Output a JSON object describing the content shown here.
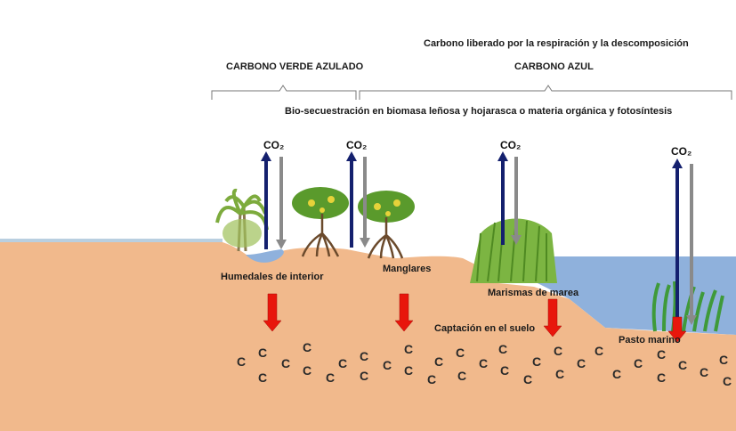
{
  "header": {
    "released": "Carbono liberado por la respiración y la descomposición",
    "green_blue": "CARBONO VERDE AZULADO",
    "blue": "CARBONO AZUL",
    "bio": "Bio-secuestración en biomasa leñosa y hojarasca o materia orgánica y fotosíntesis"
  },
  "co2_label": "CO₂",
  "ecosystems": {
    "inland": "Humedales de interior",
    "mangroves": "Manglares",
    "saltmarsh": "Marismas de marea",
    "seagrass": "Pasto marino"
  },
  "soil_capture": "Captación en el suelo",
  "carbon_letter": "C",
  "colors": {
    "soil": "#f1b98c",
    "water": "#8fb1dc",
    "uptake_arrow": "#14206e",
    "release_arrow": "#8a8a8a",
    "down_arrow": "#e8160c"
  }
}
